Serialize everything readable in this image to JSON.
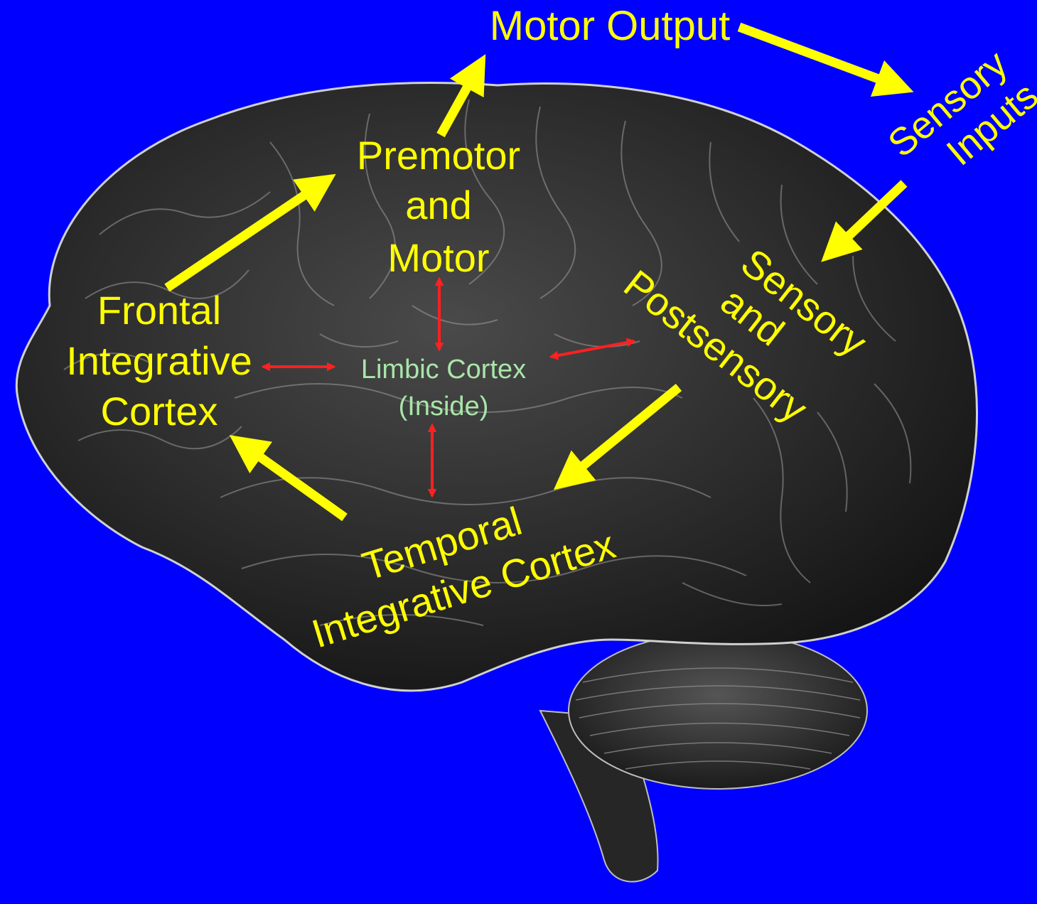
{
  "colors": {
    "background": "#0000ff",
    "label": "#ffff00",
    "arrow": "#ffff00",
    "limbic_label": "#a8e6a8",
    "connector": "#ff2020",
    "brain": "#2a2a2a"
  },
  "labels": {
    "motor_output": "Motor Output",
    "sensory_inputs": [
      "Sensory",
      "Inputs"
    ],
    "premotor": [
      "Premotor",
      "and",
      "Motor"
    ],
    "frontal": [
      "Frontal",
      "Integrative",
      "Cortex"
    ],
    "limbic": [
      "Limbic Cortex",
      "(Inside)"
    ],
    "sensory_postsensory": [
      "Sensory",
      "and",
      "Postsensory"
    ],
    "temporal": [
      "Temporal",
      "Integrative Cortex"
    ]
  },
  "icons": {
    "brain": "brain-illustration",
    "yellow_arrows": "arrow-icon",
    "red_connectors": "double-arrow-icon"
  }
}
